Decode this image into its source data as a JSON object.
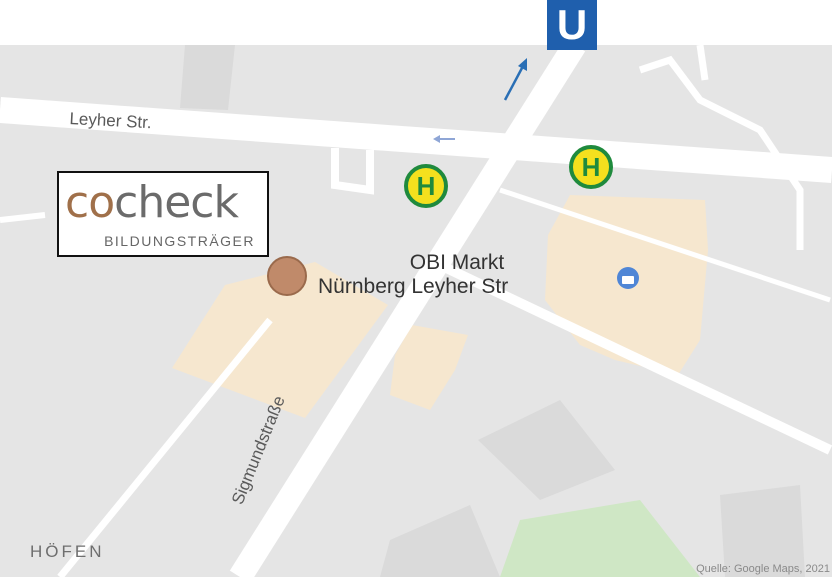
{
  "map": {
    "streets": {
      "leyher": "Leyher Str.",
      "sigmund": "Sigmundstraße"
    },
    "place": {
      "line1": "OBI Markt",
      "line2": "Nürnberg Leyher Str"
    },
    "district": "HÖFEN",
    "source": "Quelle: Google Maps, 2021"
  },
  "markers": {
    "bus_stop_letter": "H",
    "ubahn_letter": "U",
    "location_color": "#c08a6a"
  },
  "logo": {
    "co": "co",
    "check": "check",
    "subtitle": "BILDUNGSTRÄGER"
  },
  "colors": {
    "map_bg": "#e5e5e5",
    "road": "#ffffff",
    "building": "#f6e7cf",
    "park": "#cfe7c5",
    "bus_fill": "#f4e01e",
    "bus_ring": "#1f8a3d",
    "ubahn": "#1f5fad",
    "arrow": "#2a6fb5"
  }
}
